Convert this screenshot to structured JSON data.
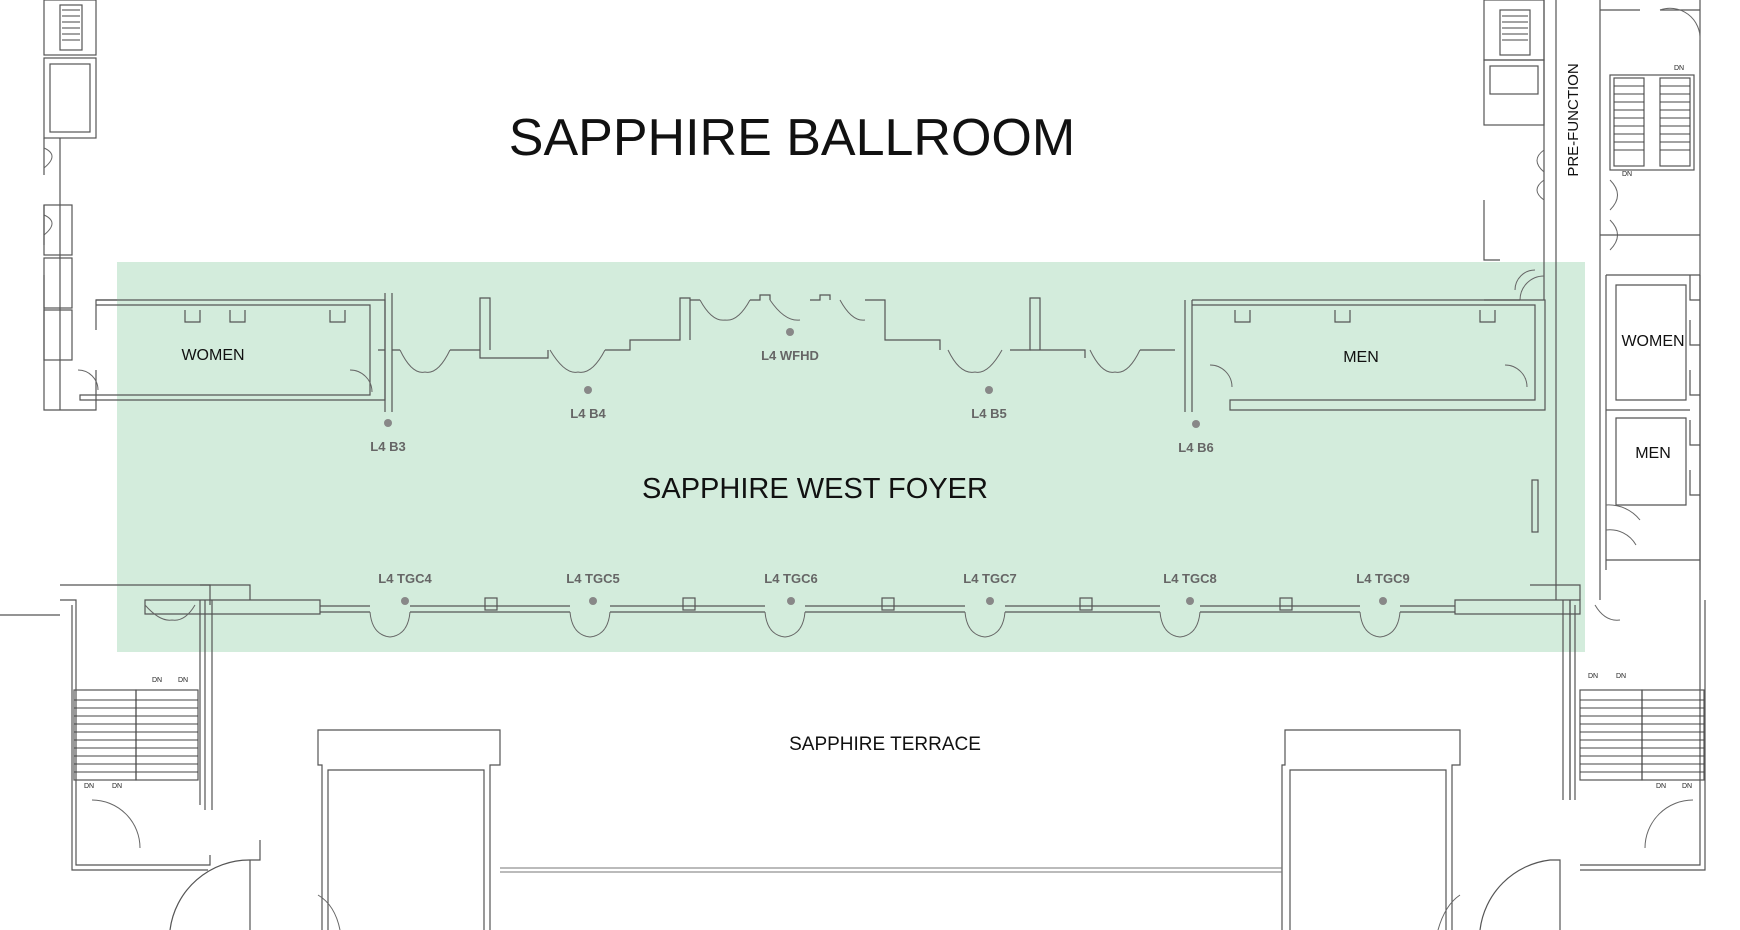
{
  "map": {
    "ballroom_title": "SAPPHIRE BALLROOM",
    "foyer_title": "SAPPHIRE WEST FOYER",
    "terrace_title": "SAPPHIRE TERRACE",
    "prefunction_label": "PRE-FUNCTION",
    "highlight_color": "#d3ecdc",
    "rooms": {
      "women_left": "WOMEN",
      "men_center": "MEN",
      "women_right": "WOMEN",
      "men_right": "MEN"
    },
    "points": [
      {
        "id": "b3",
        "label": "L4 B3"
      },
      {
        "id": "b4",
        "label": "L4 B4"
      },
      {
        "id": "wfhd",
        "label": "L4 WFHD"
      },
      {
        "id": "b5",
        "label": "L4 B5"
      },
      {
        "id": "b6",
        "label": "L4 B6"
      },
      {
        "id": "tgc4",
        "label": "L4 TGC4"
      },
      {
        "id": "tgc5",
        "label": "L4 TGC5"
      },
      {
        "id": "tgc6",
        "label": "L4 TGC6"
      },
      {
        "id": "tgc7",
        "label": "L4 TGC7"
      },
      {
        "id": "tgc8",
        "label": "L4 TGC8"
      },
      {
        "id": "tgc9",
        "label": "L4 TGC9"
      }
    ],
    "stair_labels": {
      "dn": "DN"
    }
  }
}
